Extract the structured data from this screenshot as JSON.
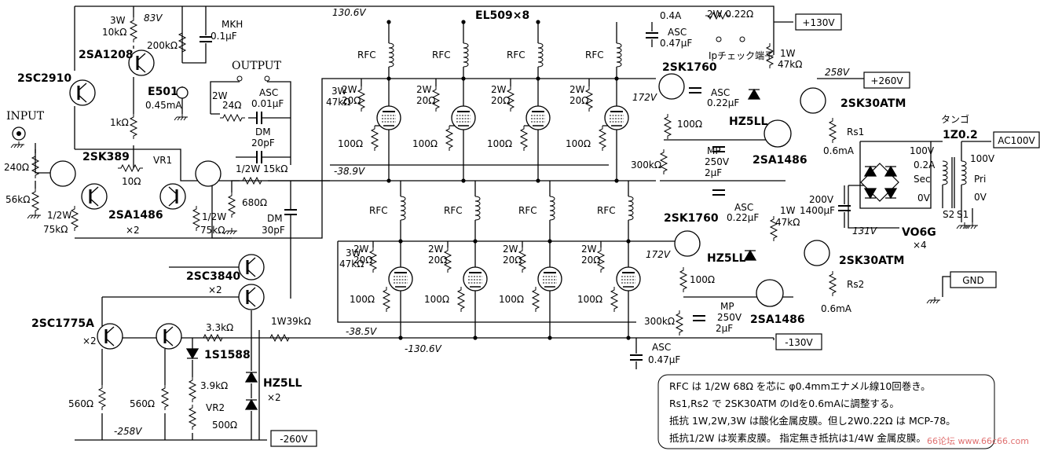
{
  "rails": {
    "plus130": "+130V",
    "plus260": "+260V",
    "minus130": "-130V",
    "minus260": "-260V",
    "ac100": "AC100V",
    "gnd": "GND",
    "v130_top": "130.6V",
    "v130_bot": "-130.6V",
    "v83": "83V",
    "v258": "258V",
    "v172a": "172V",
    "v172b": "172V",
    "v131": "131V",
    "vm389": "-38.9V",
    "vm385": "-38.5V",
    "vm258": "-258V"
  },
  "labels": {
    "input": "INPUT",
    "output": "OUTPUT",
    "tubes": "EL509×8",
    "i04": "0.4A",
    "r2w022": "2W 0.22Ω",
    "ipcheck": "Ipチェック端子",
    "r1w47k_a": "1W",
    "r1w47k_a2": "47kΩ",
    "r1w47k_b": "1W",
    "r1w47k_b2": "47kΩ",
    "sk1760a": "2SK1760",
    "sk1760b": "2SK1760",
    "asc022a": "ASC",
    "asc022a2": "0.22μF",
    "asc022b": "ASC",
    "asc022b2": "0.22μF",
    "hz5ll_a": "HZ5LL",
    "hz5ll_b": "HZ5LL",
    "hz5ll_c": "HZ5LL",
    "hz5ll_c2": "×2",
    "sk30a": "2SK30ATM",
    "sk30b": "2SK30ATM",
    "rs1": "Rs1",
    "rs2": "Rs2",
    "ma06a": "0.6mA",
    "ma06b": "0.6mA",
    "sa1486a": "2SA1486",
    "sa1486b": "2SA1486",
    "sa1486c": "2SA1486",
    "sa1486c2": "×2",
    "r100a": "100Ω",
    "r100b": "100Ω",
    "mp_a": "MP",
    "mp_a2": "250V",
    "mp_a3": "2μF",
    "mp_b": "MP",
    "mp_b2": "250V",
    "mp_b3": "2μF",
    "r300ka": "300kΩ",
    "r300kb": "300kΩ",
    "tango": "タンゴ",
    "tango2": "1Z0.2",
    "sec100": "100V",
    "sec02a": "0.2A",
    "sec": "Sec",
    "sec0v": "0V",
    "pri100": "100V",
    "pri": "Pri",
    "pri0v": "0V",
    "s2": "S2",
    "s1": "S1",
    "c200v": "200V",
    "c1400": "1400μF",
    "vo6g": "VO6G",
    "vo6g2": "×4",
    "asc047a": "ASC",
    "asc047a2": "0.47μF",
    "asc047b": "ASC",
    "asc047b2": "0.47μF",
    "r3w10k": "3W",
    "r3w10k2": "10kΩ",
    "r200k": "200kΩ",
    "mkh": "MKH",
    "mkh2": "0.1μF",
    "sa1208": "2SA1208",
    "sc2910": "2SC2910",
    "e501": "E501",
    "e501b": "0.45mA",
    "r1k": "1kΩ",
    "sk389": "2SK389",
    "vr1": "VR1",
    "r10": "10Ω",
    "r240": "240Ω",
    "r56k": "56kΩ",
    "r75ka": "1/2W",
    "r75ka2": "75kΩ",
    "r75kb": "1/2W",
    "r75kb2": "75kΩ",
    "sa1486x2": "2SA1486",
    "x2a": "×2",
    "r24": "2W",
    "r24b": "24Ω",
    "asc001": "ASC",
    "asc001b": "0.01μF",
    "dm20": "DM",
    "dm20b": "20pF",
    "r15k": "1/2W 15kΩ",
    "r680": "680Ω",
    "dm30": "DM",
    "dm30b": "30pF",
    "r3w47ka": "3W",
    "r3w47ka2": "47kΩ",
    "r3w47kb": "3W",
    "r3w47kb2": "47kΩ",
    "sc3840": "2SC3840",
    "sc3840x": "×2",
    "sc1775": "2SC1775A",
    "sc1775x": "×2",
    "r33k": "3.3kΩ",
    "d1s1588": "1S1588",
    "r39k": "3.9kΩ",
    "vr2": "VR2",
    "r500": "500Ω",
    "r1w39k": "1W39kΩ",
    "r560a": "560Ω",
    "r560b": "560Ω",
    "rfc": "RFC",
    "r2w": "2W",
    "r20": "20Ω",
    "r100": "100Ω"
  },
  "notes": [
    "RFC は 1/2W 68Ω を芯に φ0.4mmエナメル線10回巻き。",
    "Rs1,Rs2 で 2SK30ATM のIdを0.6mAに調整する。",
    "抵抗 1W,2W,3W は酸化金属皮膜。但し2W0.22Ω は MCP-78。",
    "抵抗1/2W は炭素皮膜。 指定無き抵抗は1/4W 金属皮膜。"
  ],
  "watermark": "66论坛 www.66c66.com"
}
